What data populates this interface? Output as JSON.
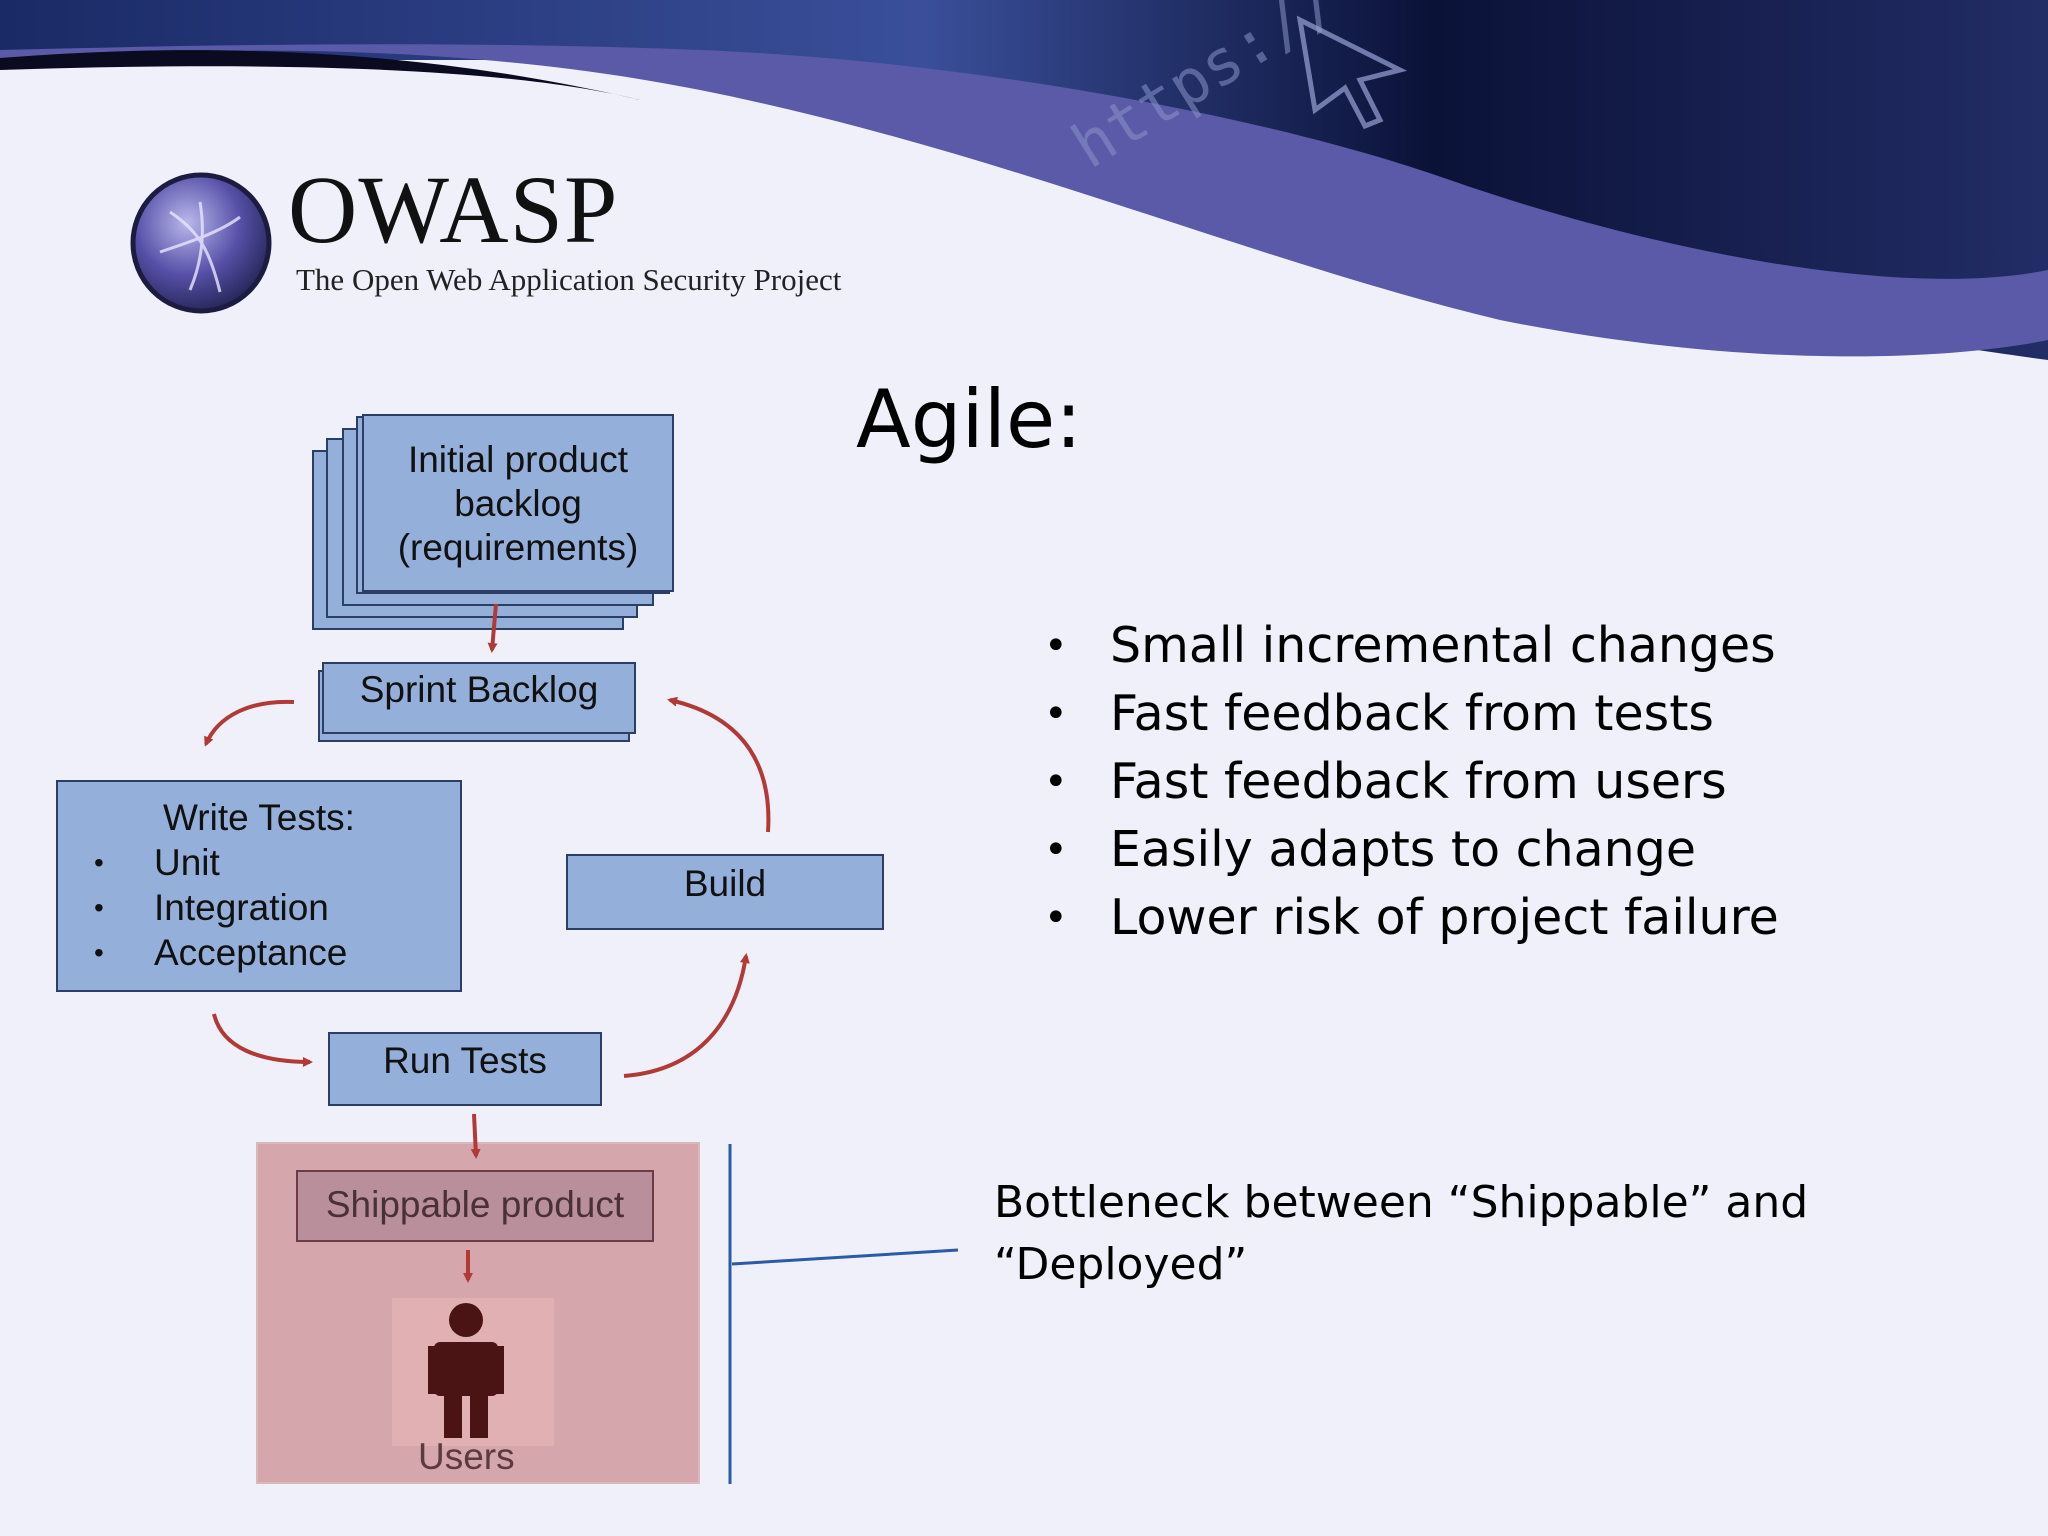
{
  "logo": {
    "title": "OWASP",
    "subtitle": "The Open Web Application Security Project"
  },
  "slide": {
    "title": "Agile:",
    "bullets": [
      "Small incremental changes",
      "Fast feedback from tests",
      "Fast feedback from users",
      "Easily adapts to change",
      "Lower risk of project failure"
    ],
    "note_line1": "Bottleneck between “Shippable” and",
    "note_line2": "“Deployed”"
  },
  "diagram": {
    "backlog_line1": "Initial product",
    "backlog_line2": "backlog",
    "backlog_line3": "(requirements)",
    "sprint_backlog": "Sprint Backlog",
    "write_tests_title": "Write Tests:",
    "write_tests_items": [
      "Unit",
      "Integration",
      "Acceptance"
    ],
    "build": "Build",
    "run_tests": "Run Tests",
    "shippable": "Shippable product",
    "users": "Users"
  },
  "colors": {
    "box_fill": "#94afd9",
    "arrow": "#b23a36",
    "ship_fill": "#d6a6ad",
    "header_purple": "#5b5aa8"
  }
}
